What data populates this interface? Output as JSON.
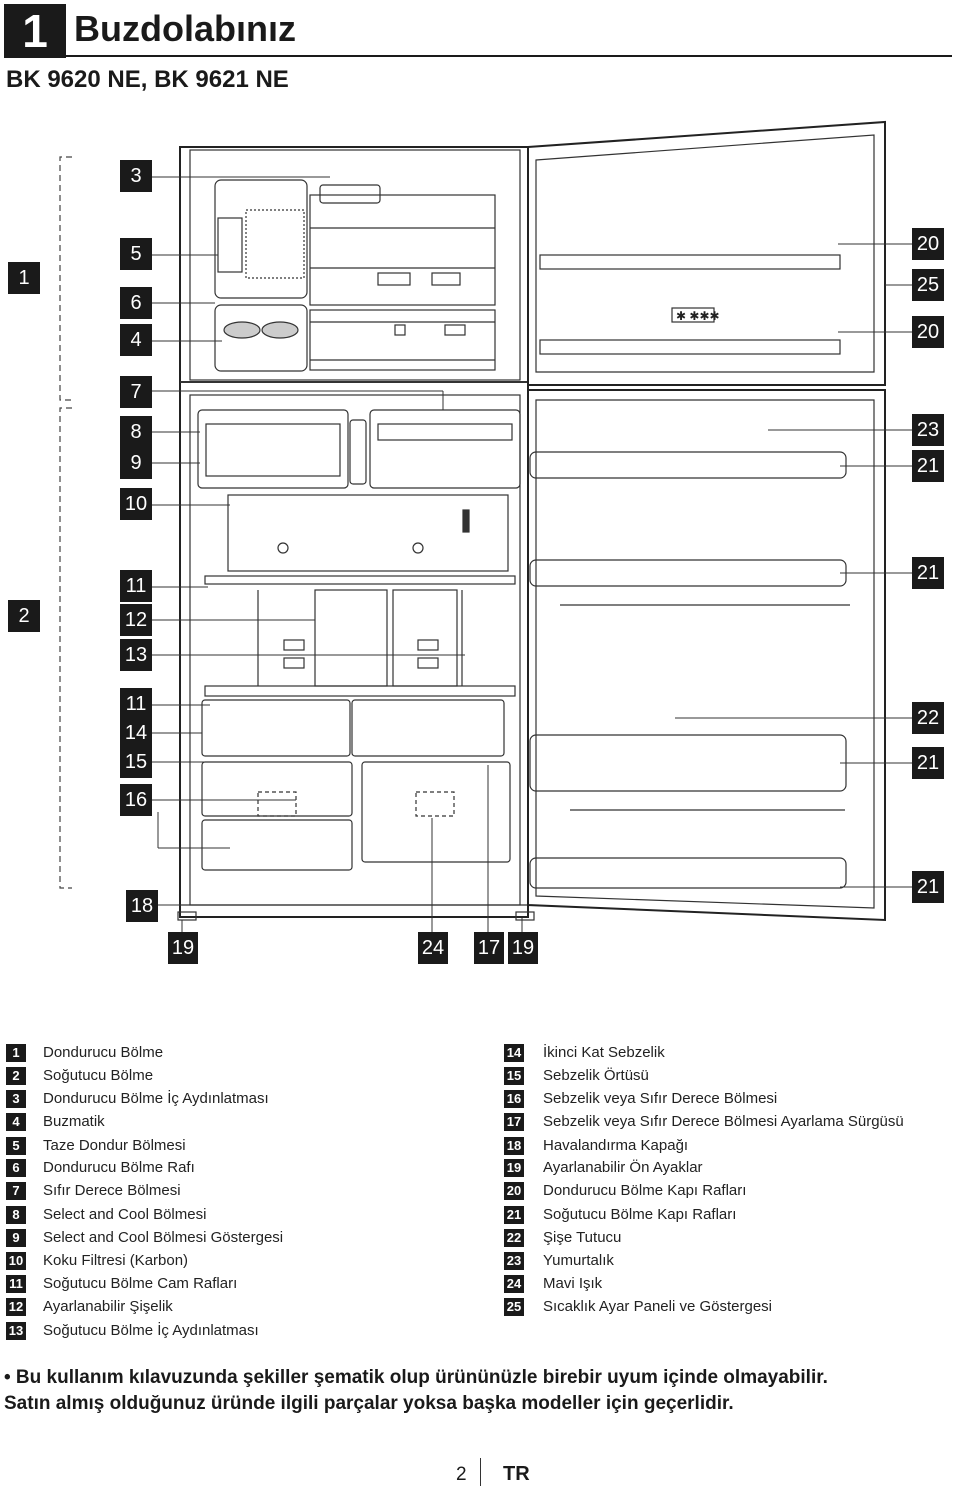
{
  "header": {
    "section_number": "1",
    "title": "Buzdolabınız",
    "models": "BK 9620 NE, BK 9621 NE"
  },
  "diagram": {
    "callouts": [
      {
        "id": "c1",
        "text": "1"
      },
      {
        "id": "c2",
        "text": "2"
      },
      {
        "id": "c3",
        "text": "3"
      },
      {
        "id": "c5",
        "text": "5"
      },
      {
        "id": "c6",
        "text": "6"
      },
      {
        "id": "c4",
        "text": "4"
      },
      {
        "id": "c7",
        "text": "7"
      },
      {
        "id": "c8",
        "text": "8"
      },
      {
        "id": "c9",
        "text": "9"
      },
      {
        "id": "c10",
        "text": "10"
      },
      {
        "id": "c11a",
        "text": "11"
      },
      {
        "id": "c12",
        "text": "12"
      },
      {
        "id": "c13",
        "text": "13"
      },
      {
        "id": "c11b",
        "text": "11"
      },
      {
        "id": "c14",
        "text": "14"
      },
      {
        "id": "c15",
        "text": "15"
      },
      {
        "id": "c16",
        "text": "16"
      },
      {
        "id": "c18",
        "text": "18"
      },
      {
        "id": "c19a",
        "text": "19"
      },
      {
        "id": "c24",
        "text": "24"
      },
      {
        "id": "c17",
        "text": "17"
      },
      {
        "id": "c19b",
        "text": "19"
      },
      {
        "id": "c20a",
        "text": "20"
      },
      {
        "id": "c25",
        "text": "25"
      },
      {
        "id": "c20b",
        "text": "20"
      },
      {
        "id": "c23",
        "text": "23"
      },
      {
        "id": "c21a",
        "text": "21"
      },
      {
        "id": "c21b",
        "text": "21"
      },
      {
        "id": "c22",
        "text": "22"
      },
      {
        "id": "c21c",
        "text": "21"
      },
      {
        "id": "c21d",
        "text": "21"
      }
    ],
    "panel_symbol": "✱ ✱✱✱"
  },
  "legend_left": [
    {
      "num": "1",
      "label": "Dondurucu Bölme"
    },
    {
      "num": "2",
      "label": "Soğutucu Bölme"
    },
    {
      "num": "3",
      "label": "Dondurucu Bölme İç Aydınlatması"
    },
    {
      "num": "4",
      "label": "Buzmatik"
    },
    {
      "num": "5",
      "label": "Taze Dondur Bölmesi"
    },
    {
      "num": "6",
      "label": "Dondurucu Bölme Rafı"
    },
    {
      "num": "7",
      "label": "Sıfır Derece Bölmesi"
    },
    {
      "num": "8",
      "label": "Select and Cool Bölmesi"
    },
    {
      "num": "9",
      "label": "Select and Cool Bölmesi Göstergesi"
    },
    {
      "num": "10",
      "label": "Koku Filtresi (Karbon)"
    },
    {
      "num": "11",
      "label": "Soğutucu Bölme Cam Rafları"
    },
    {
      "num": "12",
      "label": "Ayarlanabilir Şişelik"
    },
    {
      "num": "13",
      "label": "Soğutucu Bölme İç Aydınlatması"
    }
  ],
  "legend_right": [
    {
      "num": "14",
      "label": "İkinci Kat Sebzelik"
    },
    {
      "num": "15",
      "label": "Sebzelik Örtüsü"
    },
    {
      "num": "16",
      "label": "Sebzelik veya Sıfır Derece Bölmesi"
    },
    {
      "num": "17",
      "label": "Sebzelik veya Sıfır Derece Bölmesi Ayarlama Sürgüsü"
    },
    {
      "num": "18",
      "label": "Havalandırma Kapağı"
    },
    {
      "num": "19",
      "label": "Ayarlanabilir Ön Ayaklar"
    },
    {
      "num": "20",
      "label": "Dondurucu Bölme Kapı Rafları"
    },
    {
      "num": "21",
      "label": "Soğutucu Bölme Kapı Rafları"
    },
    {
      "num": "22",
      "label": "Şişe Tutucu"
    },
    {
      "num": "23",
      "label": "Yumurtalık"
    },
    {
      "num": "24",
      "label": "Mavi Işık"
    },
    {
      "num": "25",
      "label": "Sıcaklık Ayar Paneli ve Göstergesi"
    }
  ],
  "notes": {
    "line1": "• Bu  kullanım kılavuzunda  şekiller şematik olup ürününüzle birebir uyum içinde olmayabilir.",
    "line2": "Satın almış olduğunuz üründe ilgili parçalar yoksa başka modeller için geçerlidir."
  },
  "footer": {
    "page": "2",
    "lang": "TR"
  }
}
